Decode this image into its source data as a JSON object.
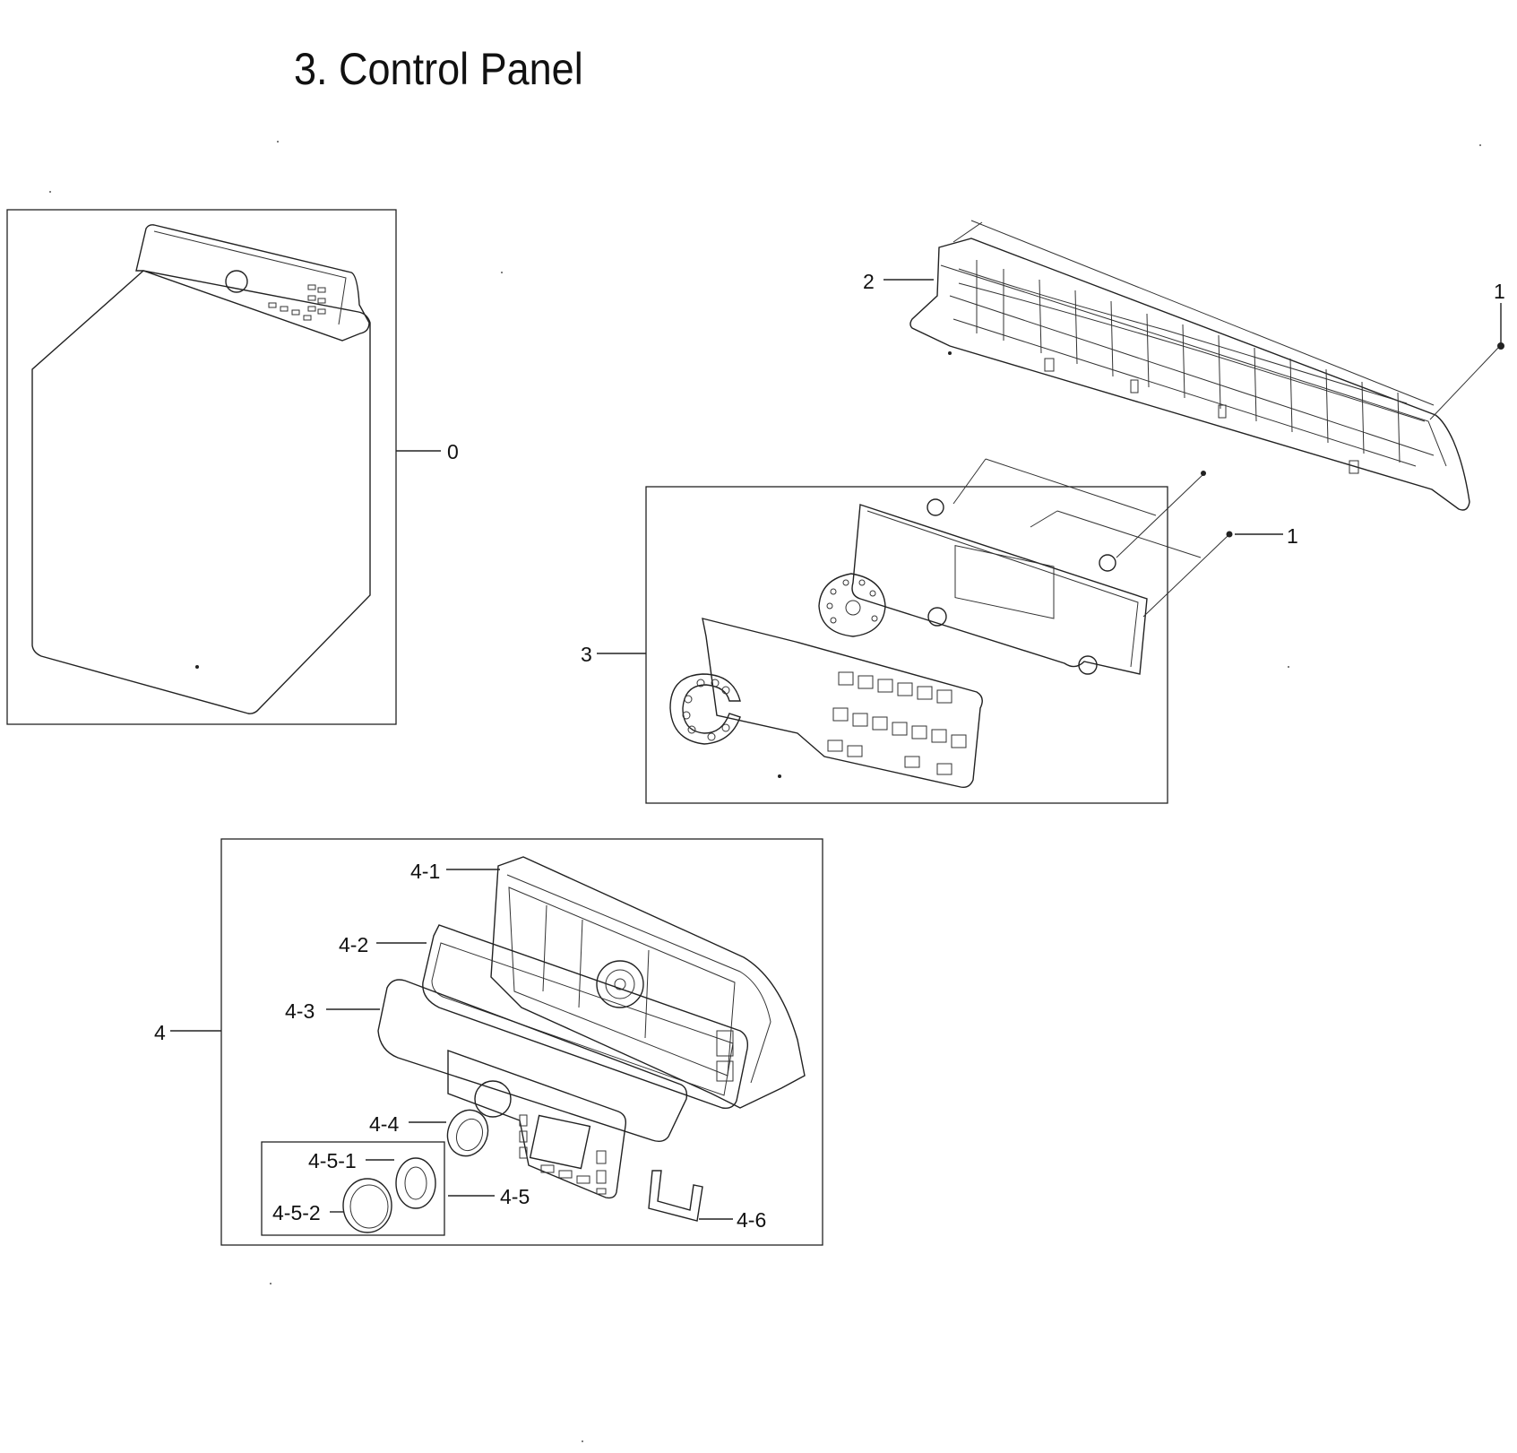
{
  "title": "3. Control Panel",
  "labels": {
    "l0": "0",
    "l1a": "1",
    "l1b": "1",
    "l2": "2",
    "l3": "3",
    "l4": "4",
    "l41": "4-1",
    "l42": "4-2",
    "l43": "4-3",
    "l44": "4-4",
    "l45": "4-5",
    "l451": "4-5-1",
    "l452": "4-5-2",
    "l46": "4-6"
  }
}
